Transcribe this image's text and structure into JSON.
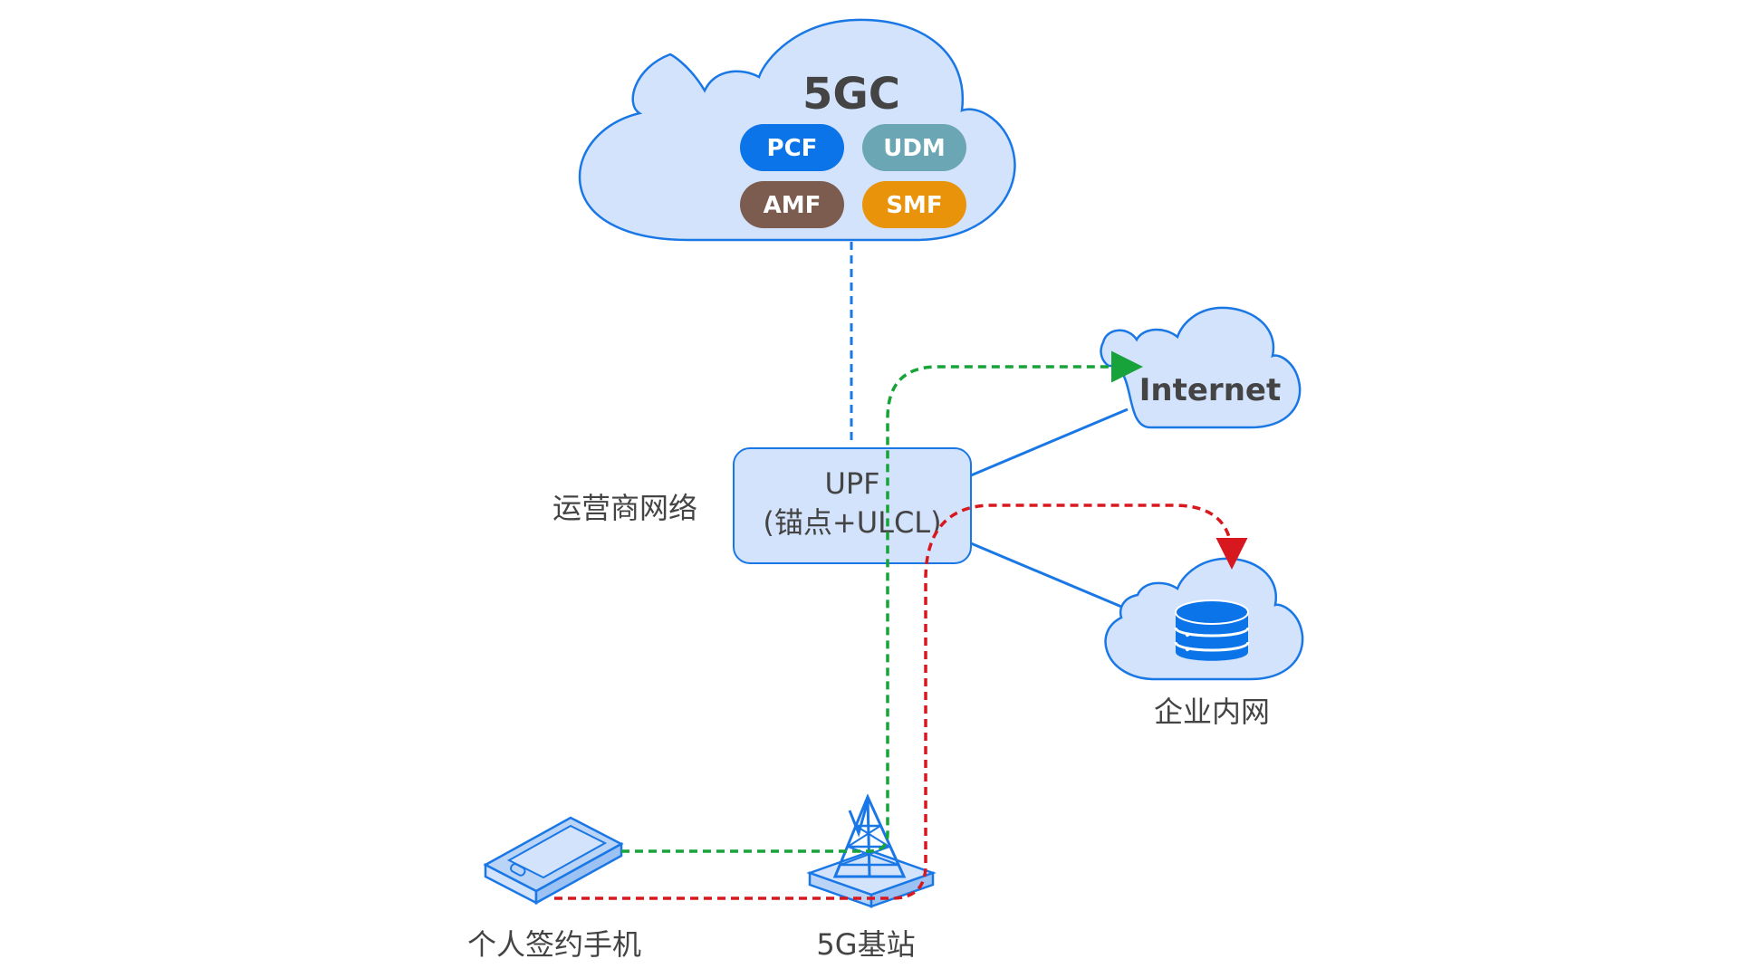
{
  "core": {
    "title": "5GC",
    "functions": [
      {
        "label": "PCF",
        "color": "#0b74e8"
      },
      {
        "label": "UDM",
        "color": "#6aa6b4"
      },
      {
        "label": "AMF",
        "color": "#7b5c4f"
      },
      {
        "label": "SMF",
        "color": "#e8930a"
      }
    ]
  },
  "upf": {
    "line1": "UPF",
    "line2": "(锚点+ULCL)"
  },
  "operator_network_label": "运营商网络",
  "internet_label": "Internet",
  "enterprise_label": "企业内网",
  "phone_label": "个人签约手机",
  "base_station_label": "5G基站",
  "colors": {
    "cloud_fill": "#d3e3fb",
    "cloud_stroke": "#1a77e6",
    "link_blue": "#1a77e6",
    "path_green": "#18a33a",
    "path_red": "#d8181f",
    "text": "#444444"
  }
}
